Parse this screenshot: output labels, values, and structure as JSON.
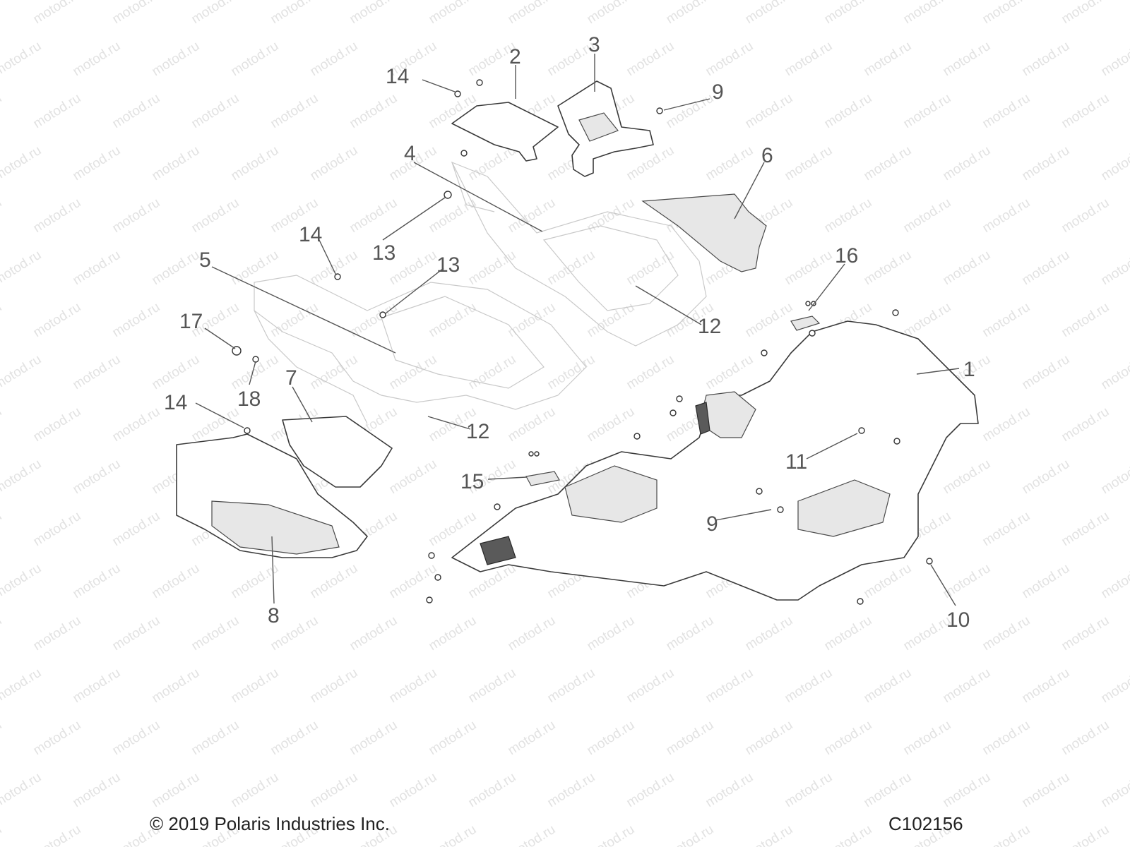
{
  "watermark_text": "motod.ru",
  "callouts": [
    {
      "label": "1"
    },
    {
      "label": "2"
    },
    {
      "label": "3"
    },
    {
      "label": "4"
    },
    {
      "label": "5"
    },
    {
      "label": "6"
    },
    {
      "label": "7"
    },
    {
      "label": "8"
    },
    {
      "label": "9"
    },
    {
      "label": "9"
    },
    {
      "label": "10"
    },
    {
      "label": "11"
    },
    {
      "label": "12"
    },
    {
      "label": "12"
    },
    {
      "label": "13"
    },
    {
      "label": "13"
    },
    {
      "label": "14"
    },
    {
      "label": "14"
    },
    {
      "label": "14"
    },
    {
      "label": "15"
    },
    {
      "label": "16"
    },
    {
      "label": "17"
    },
    {
      "label": "18"
    }
  ],
  "footer": {
    "copyright": "© 2019 Polaris Industries Inc.",
    "diagram_code": "C102156"
  },
  "colors": {
    "label_gray": "#555555",
    "line_dark": "#3a3a3a",
    "watermark_gray": "#e2e2e2"
  }
}
